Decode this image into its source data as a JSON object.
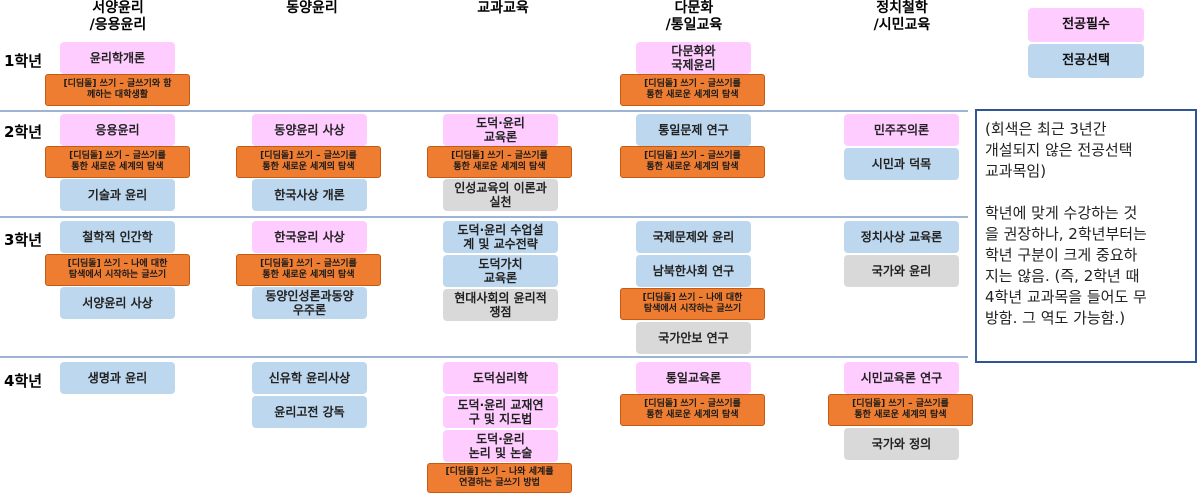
{
  "headers": {
    "western": [
      "서양윤리",
      "/응용윤리"
    ],
    "eastern": [
      "동양윤리"
    ],
    "curriculum": [
      "교과교육"
    ],
    "multicultural": [
      "다문화",
      "/통일교육"
    ],
    "political": [
      "정치철학",
      "/시민교육"
    ]
  },
  "rows": [
    "1학년",
    "2학년",
    "3학년",
    "4학년"
  ],
  "legend": {
    "required": "전공필수",
    "elective": "전공선택"
  },
  "colors": {
    "required": "#ffccff",
    "elective": "#bdd7ee",
    "not_offered": "#d9d9d9",
    "writing": "#ee7d31",
    "note_border": "#2f5597",
    "divider": "#9db4d4"
  },
  "courses": {
    "y1": {
      "western": [
        "윤리학개론",
        "[디딤돌] 쓰기 – 글쓰기와 함\n께하는 대학생활"
      ],
      "multicultural": [
        "다문화와\n국제윤리",
        "[디딤돌] 쓰기 – 글쓰기를\n통한 새로운 세계의 탐색"
      ]
    },
    "y2": {
      "western": [
        "응용윤리",
        "[디딤돌] 쓰기 – 글쓰기를\n통한 새로운 세계의 탐색",
        "기술과 윤리"
      ],
      "eastern": [
        "동양윤리 사상",
        "[디딤돌] 쓰기 – 글쓰기를\n통한 새로운 세계의 탐색",
        "한국사상 개론"
      ],
      "curriculum": [
        "도덕·윤리\n교육론",
        "[디딤돌] 쓰기 – 글쓰기를\n통한 새로운 세계의 탐색",
        "인성교육의 이론과\n실천"
      ],
      "multicultural": [
        "통일문제 연구",
        "[디딤돌] 쓰기 – 글쓰기를\n통한 새로운 세계의 탐색"
      ],
      "political": [
        "민주주의론",
        "시민과 덕목"
      ]
    },
    "y3": {
      "western": [
        "철학적 인간학",
        "[디딤돌] 쓰기 – 나에 대한\n탐색에서 시작하는 글쓰기",
        "서양윤리 사상"
      ],
      "eastern": [
        "한국윤리 사상",
        "[디딤돌] 쓰기 – 글쓰기를\n통한 새로운 세계의 탐색",
        "동양인성론과동양\n우주론"
      ],
      "curriculum": [
        "도덕·윤리 수업설\n계 및 교수전략",
        "도덕가치\n교육론",
        "현대사회의 윤리적\n쟁점"
      ],
      "multicultural": [
        "국제문제와 윤리",
        "남북한사회 연구",
        "[디딤돌] 쓰기 – 나에 대한\n탐색에서 시작하는 글쓰기",
        "국가안보 연구"
      ],
      "political": [
        "정치사상 교육론",
        "국가와 윤리"
      ]
    },
    "y4": {
      "western": [
        "생명과 윤리"
      ],
      "eastern": [
        "신유학 윤리사상",
        "윤리고전 강독"
      ],
      "curriculum": [
        "도덕심리학",
        "도덕·윤리 교재연\n구 및 지도법",
        "도덕·윤리\n논리 및 논술",
        "[디딤돌] 쓰기 – 나와 세계를\n연결하는 글쓰기 방법"
      ],
      "multicultural": [
        "통일교육론",
        "[디딤돌] 쓰기 – 글쓰기를\n통한 새로운 세계의 탐색"
      ],
      "political": [
        "시민교육론 연구",
        "[디딤돌] 쓰기 – 글쓰기를\n통한 새로운 세계의 탐색",
        "국가와 정의"
      ]
    }
  },
  "note": {
    "p1": "(회색은 최근 3년간\n개설되지 않은 전공선택\n교과목임)",
    "p2": "학년에 맞게 수강하는 것\n을 권장하나, 2학년부터는\n학년 구분이 크게 중요하\n지는 않음. (즉, 2학년 때\n4학년 교과목을 들어도 무\n방함. 그 역도 가능함.)"
  }
}
